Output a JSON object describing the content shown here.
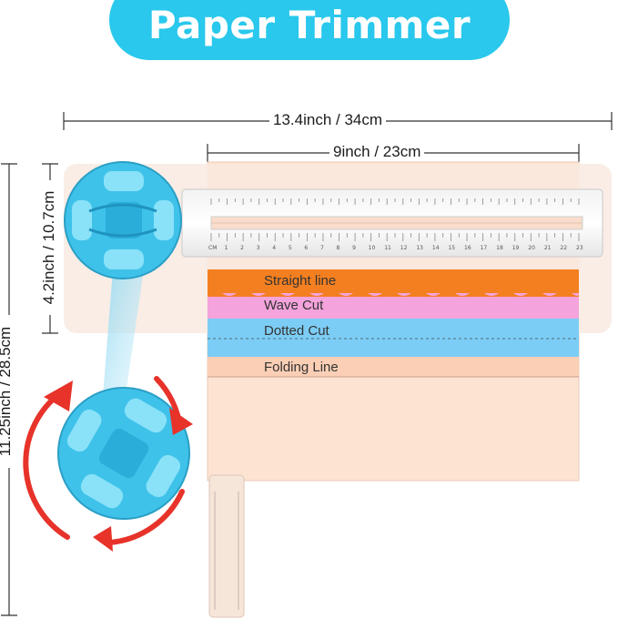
{
  "title": "Paper Trimmer",
  "dimensions": {
    "total_width": "13.4inch / 34cm",
    "cut_width": "9inch / 23cm",
    "total_height": "11.25inch / 28.5cm",
    "base_height": "4.2inch / 10.7cm"
  },
  "cut_types": [
    {
      "label": "Straight line",
      "color": "#f47f20"
    },
    {
      "label": "Wave Cut",
      "color": "#f4a3dc"
    },
    {
      "label": "Dotted Cut",
      "color": "#7ccdf5"
    },
    {
      "label": "Folding Line",
      "color": "#fbcfb6"
    }
  ],
  "ruler_scale": [
    "CM",
    "1",
    "2",
    "3",
    "4",
    "5",
    "6",
    "7",
    "8",
    "9",
    "10",
    "11",
    "12",
    "13",
    "14",
    "15",
    "16",
    "17",
    "18",
    "19",
    "20",
    "21",
    "22",
    "23"
  ],
  "colors": {
    "banner": "#29c8ec",
    "blade_head": "#3fc2ea",
    "base": "#f8ece4",
    "arrow": "#e7332a"
  },
  "icons": {
    "blade": "rotary-blade-icon",
    "rotate": "rotate-arrows-icon"
  }
}
